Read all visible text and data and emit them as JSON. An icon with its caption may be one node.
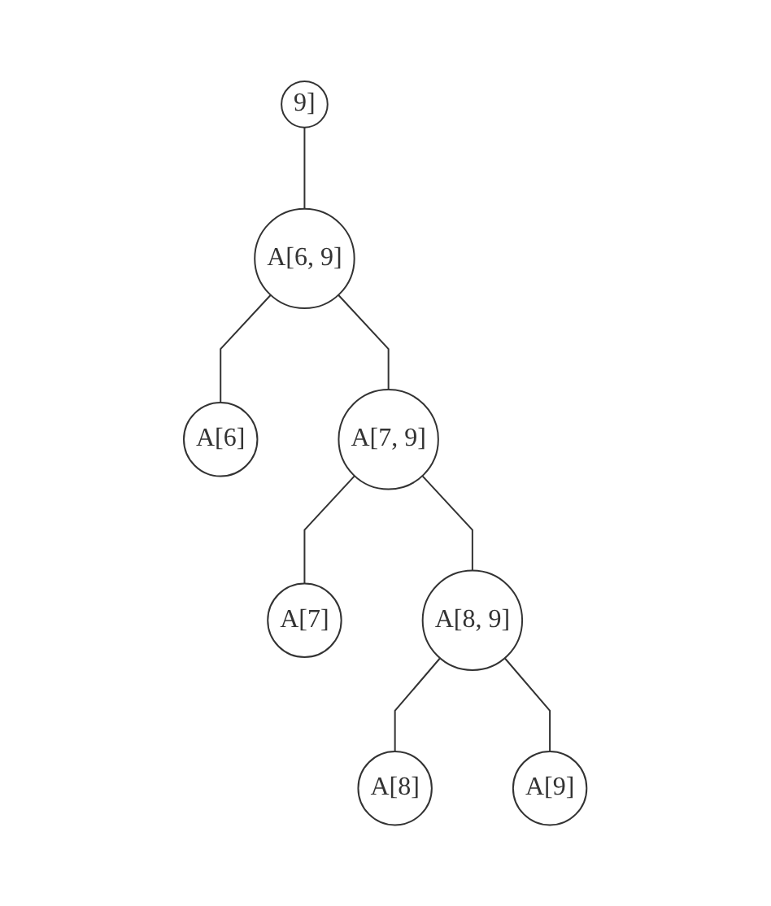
{
  "diagram": {
    "nodes": [
      {
        "text": [
          "9]"
        ]
      },
      {
        "text": [
          "A[6, 9]"
        ]
      },
      {
        "text": [
          "A[6]"
        ]
      },
      {
        "text": [
          "A[7, 9]"
        ]
      },
      {
        "text": [
          "A[7]"
        ]
      },
      {
        "text": [
          "A[8, 9]"
        ]
      },
      {
        "text": [
          "A[8]"
        ]
      },
      {
        "text": [
          "A[9]"
        ]
      }
    ],
    "edges": [
      {
        "from": 0,
        "to": 1,
        "arrow": "none"
      },
      {
        "from": 1,
        "to": 2,
        "arrow": "none"
      },
      {
        "from": 1,
        "to": 3,
        "arrow": "none"
      },
      {
        "from": 3,
        "to": 4,
        "arrow": "none"
      },
      {
        "from": 3,
        "to": 5,
        "arrow": "none"
      },
      {
        "from": 5,
        "to": 6,
        "arrow": "none"
      },
      {
        "from": 5,
        "to": 7,
        "arrow": "none"
      }
    ]
  }
}
